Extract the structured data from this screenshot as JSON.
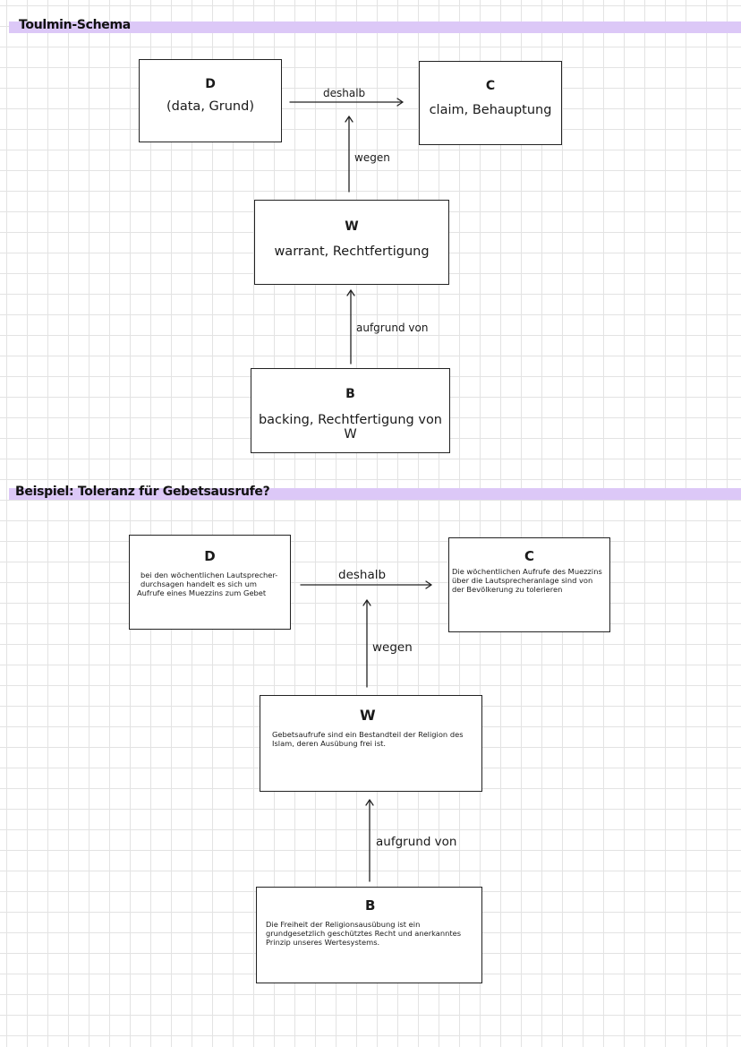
{
  "section1": {
    "heading": "Toulmin-Schema",
    "d": {
      "title": "D",
      "text": "(data, Grund)"
    },
    "c": {
      "title": "C",
      "text": "claim, Behauptung"
    },
    "w": {
      "title": "W",
      "text": "warrant, Rechtfertigung"
    },
    "b": {
      "title": "B",
      "text": "backing, Rechtfertigung von W"
    },
    "arrow_dc": "deshalb",
    "arrow_wc": "wegen",
    "arrow_bw": "aufgrund von"
  },
  "section2": {
    "heading": "Beispiel: Toleranz für Gebetsausrufe?",
    "d": {
      "title": "D",
      "line1": "bei den wöchentlichen Lautsprecher-",
      "line2": "durchsagen handelt es sich um",
      "line3": "Aufrufe eines Muezzins zum Gebet"
    },
    "c": {
      "title": "C",
      "line1": "Die wöchentlichen Aufrufe des Muezzins",
      "line2": "über die Lautsprecheranlage sind von",
      "line3": "der Bevölkerung zu tolerieren"
    },
    "w": {
      "title": "W",
      "line1": "Gebetsaufrufe sind ein Bestandteil der Religion des",
      "line2": "Islam, deren Ausübung frei ist."
    },
    "b": {
      "title": "B",
      "line1": "Die Freiheit der Religionsausübung ist ein",
      "line2": "grundgesetzlich geschütztes Recht und anerkanntes",
      "line3": "Prinzip unseres Wertesystems."
    },
    "arrow_dc": "deshalb",
    "arrow_wc": "wegen",
    "arrow_bw": "aufgrund von"
  }
}
